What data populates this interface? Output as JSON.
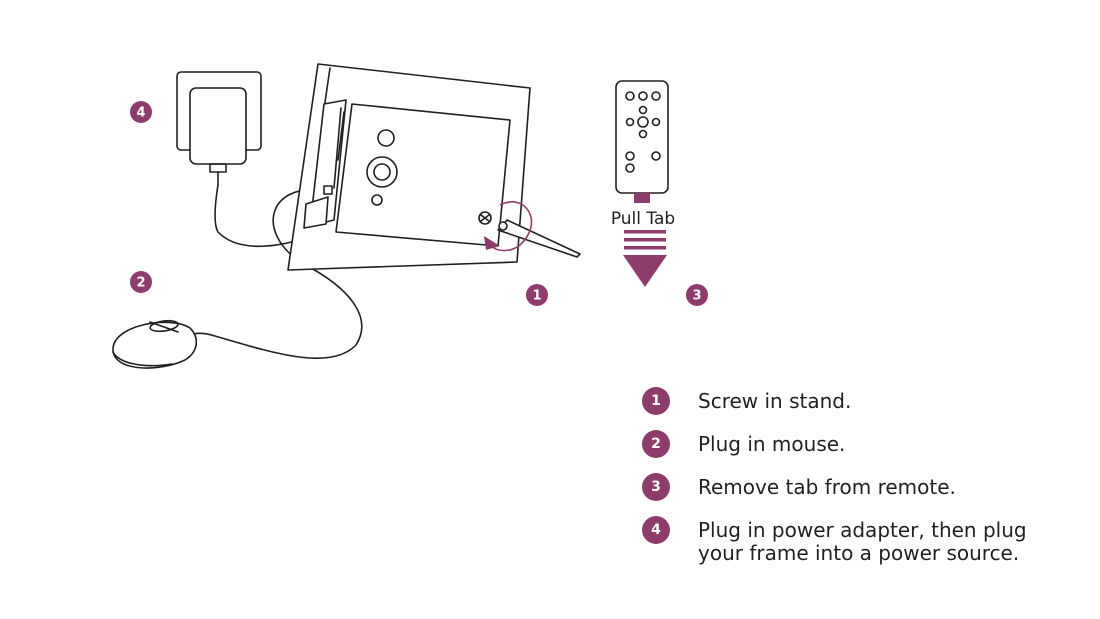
{
  "colors": {
    "accent": "#8e3c6b",
    "line": "#231f20"
  },
  "illustration": {
    "pull_tab_label": "Pull Tab",
    "badges": {
      "screw_stand": "1",
      "mouse": "2",
      "remote_tab": "3",
      "power": "4"
    }
  },
  "steps": [
    {
      "number": "1",
      "text": "Screw in stand."
    },
    {
      "number": "2",
      "text": "Plug in mouse."
    },
    {
      "number": "3",
      "text": "Remove tab from remote."
    },
    {
      "number": "4",
      "text": "Plug in power adapter, then plug\nyour frame into a power source."
    }
  ]
}
